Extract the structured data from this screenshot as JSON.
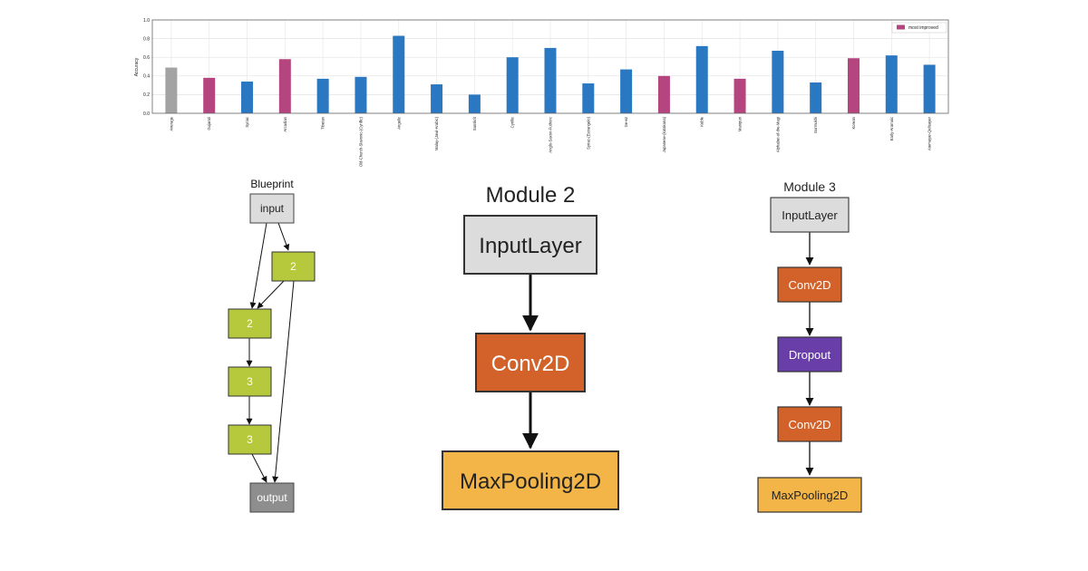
{
  "chart_data": {
    "type": "bar",
    "ylabel": "Accuracy",
    "ylim": [
      0,
      1.0
    ],
    "yticks": [
      "0.0",
      "0.2",
      "0.4",
      "0.6",
      "0.8",
      "1.0"
    ],
    "grid": true,
    "legend": {
      "position": "top-right",
      "entries": [
        {
          "label": "most improved",
          "color": "#b5457e"
        }
      ]
    },
    "categories": [
      "Average",
      "Gujarati",
      "Syriac",
      "Arcadian",
      "Tibetan",
      "Old-Church-Slavonic-(Cyrillic)",
      "Angelic",
      "Malay-(Jawi-Arabic)",
      "Sanskrit",
      "Cyrillic",
      "Anglo-Saxon-Futhorc",
      "Syriac-(Estrangelo)",
      "Ge-ez",
      "Japanese-(katakana)",
      "Keble",
      "Manipuri",
      "Alphabet-of-the-Magi",
      "Gurmukhi",
      "Korean",
      "Early-Aramaic",
      "Atemayar-Qelisayer"
    ],
    "values": [
      0.49,
      0.38,
      0.34,
      0.58,
      0.37,
      0.39,
      0.83,
      0.31,
      0.2,
      0.6,
      0.7,
      0.32,
      0.47,
      0.4,
      0.72,
      0.37,
      0.67,
      0.33,
      0.59,
      0.62,
      0.52
    ],
    "bar_kinds": [
      "average",
      "improved",
      "normal",
      "improved",
      "normal",
      "normal",
      "normal",
      "normal",
      "normal",
      "normal",
      "normal",
      "normal",
      "normal",
      "improved",
      "normal",
      "improved",
      "normal",
      "normal",
      "improved",
      "normal",
      "normal"
    ],
    "colors": {
      "average": "#a3a3a3",
      "improved": "#b5457e",
      "normal": "#2a78c2"
    }
  },
  "diagrams": {
    "blueprint": {
      "title": "Blueprint",
      "nodes": {
        "input": "input",
        "n2a": "2",
        "n2b": "2",
        "n3a": "3",
        "n3b": "3",
        "output": "output"
      }
    },
    "module2": {
      "title": "Module 2",
      "nodes": {
        "input": "InputLayer",
        "conv": "Conv2D",
        "pool": "MaxPooling2D"
      }
    },
    "module3": {
      "title": "Module 3",
      "nodes": {
        "input": "InputLayer",
        "conv1": "Conv2D",
        "dropout": "Dropout",
        "conv2": "Conv2D",
        "pool": "MaxPooling2D"
      }
    },
    "colors": {
      "input": "#dcdcdc",
      "green": "#b6c93c",
      "output": "#8e8e8e",
      "conv": "#d2622a",
      "dropout": "#6a3ea8",
      "pool": "#f3b548"
    }
  }
}
